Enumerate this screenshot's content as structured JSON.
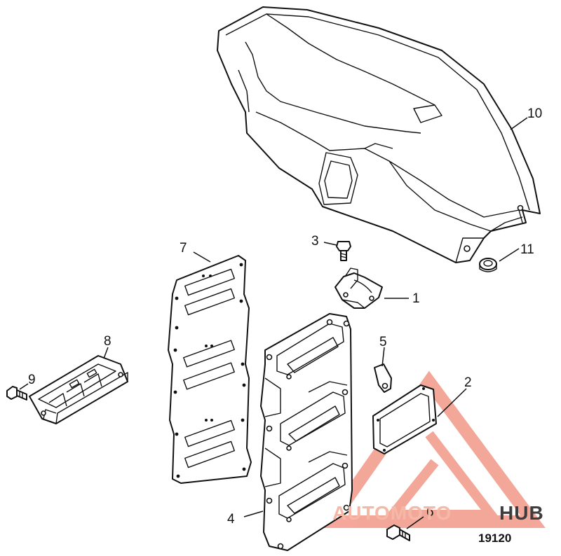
{
  "diagram": {
    "callouts": [
      {
        "id": "1",
        "label": "1"
      },
      {
        "id": "2",
        "label": "2"
      },
      {
        "id": "3",
        "label": "3"
      },
      {
        "id": "4",
        "label": "4"
      },
      {
        "id": "5",
        "label": "5"
      },
      {
        "id": "6",
        "label": "6"
      },
      {
        "id": "7",
        "label": "7"
      },
      {
        "id": "8",
        "label": "8"
      },
      {
        "id": "9",
        "label": "9"
      },
      {
        "id": "10",
        "label": "10"
      },
      {
        "id": "11",
        "label": "11"
      }
    ],
    "figure_number": "19120"
  },
  "watermark": {
    "text_left": "AUTOMOTO",
    "text_right": "HUB",
    "color_triangle": "#f08a78",
    "color_text_light": "#f4b9a6",
    "color_text_dark": "#3d3d3d"
  }
}
